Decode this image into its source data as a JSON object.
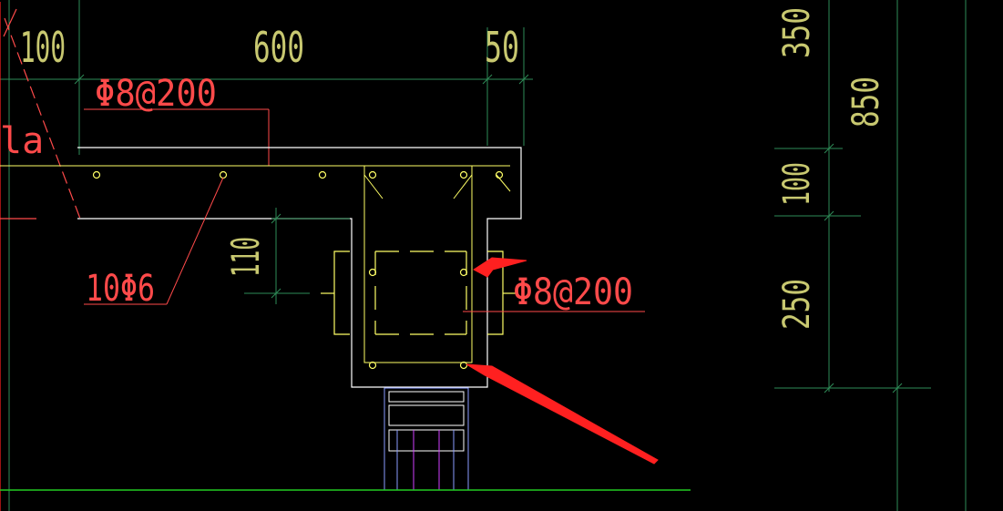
{
  "colors": {
    "background": "#000000",
    "dimension_line": "#2e8b57",
    "dimension_text": "#c8c870",
    "concrete_outline": "#ffffff",
    "slab_edge": "#ffff66",
    "rebar": "#ffff66",
    "stirrup_dash": "#ffff66",
    "annotation_red": "#ff4a4a",
    "arrow_red": "#ff2020",
    "column_blue": "#8a9cff",
    "column_magenta": "#d040ff",
    "ground_green": "#22cc22"
  },
  "top_dimensions": {
    "left_value": "100",
    "middle_value": "600",
    "right_value": "50"
  },
  "side_dimensions": {
    "value_1": "350",
    "value_2": "850",
    "value_3": "100",
    "value_4": "250"
  },
  "beam_dimension": {
    "value": "110"
  },
  "annotations": {
    "slab_rebar": "Φ8@200",
    "bottom_rebar": "10Φ6",
    "stirrup": "Φ8@200",
    "partial_label": "la"
  }
}
